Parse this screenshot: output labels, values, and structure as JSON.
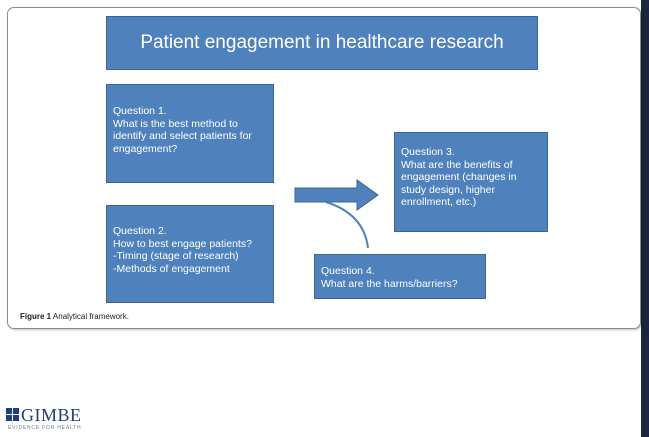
{
  "colors": {
    "box_fill": "#4f81bd",
    "box_text": "#ffffff",
    "arrow": "#4f81bd",
    "border_bar": "#1b2540",
    "logo": "#1f3f7a"
  },
  "title": "Patient engagement in healthcare research",
  "questions": {
    "q1": [
      "Question 1.",
      "What is the best method to",
      "identify and select patients for",
      "engagement?"
    ],
    "q2": [
      "Question 2.",
      "How to best engage patients?",
      "-Timing (stage of research)",
      "-Methods  of engagement"
    ],
    "q3": [
      "Question 3.",
      "What are the benefits of",
      "engagement (changes in",
      "study design, higher",
      "enrollment, etc.)"
    ],
    "q4": [
      "Question 4.",
      "What are the harms/barriers?"
    ]
  },
  "caption": {
    "label": "Figure 1",
    "text": " Analytical framework."
  },
  "logo": {
    "name": "GIMBE",
    "tagline": "EVIDENCE FOR HEALTH",
    "icon": "grid-square-icon"
  }
}
